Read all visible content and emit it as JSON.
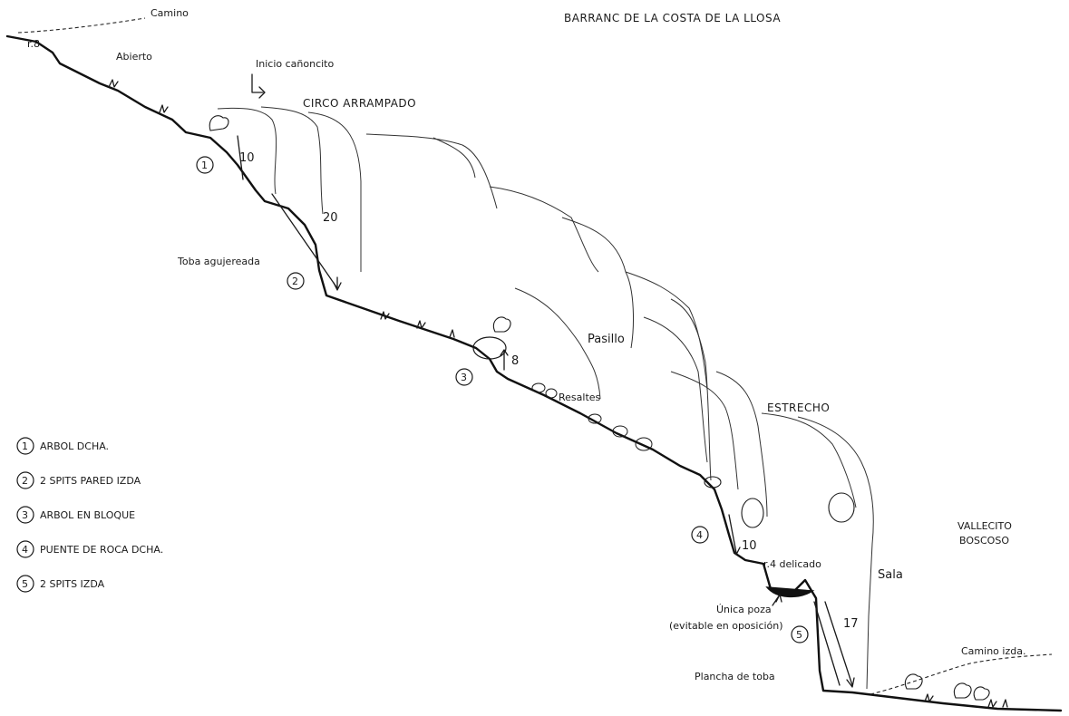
{
  "title": "BARRANC DE LA COSTA DE LA LLOSA",
  "places": {
    "camino": "Camino",
    "r8": "r.8",
    "abierto": "Abierto",
    "inicio": "Inicio cañoncito",
    "circo": "CIRCO ARRAMPADO",
    "toba": "Toba agujereada",
    "pasillo": "Pasillo",
    "resaltes": "Resaltes",
    "estrecho": "ESTRECHO",
    "vallecito1": "VALLECITO",
    "vallecito2": "BOSCOSO",
    "r4": "r.4 delicado",
    "sala": "Sala",
    "poza1": "Única poza",
    "poza2": "(evitable en oposición)",
    "plancha": "Plancha de toba",
    "caminoizda": "Camino izda."
  },
  "rappels": [
    "10",
    "20",
    "8",
    "10",
    "17"
  ],
  "anchor_numbers": [
    "1",
    "2",
    "3",
    "4",
    "5"
  ],
  "legend": [
    {
      "num": "1",
      "text": "ARBOL DCHA."
    },
    {
      "num": "2",
      "text": "2 SPITS PARED IZDA"
    },
    {
      "num": "3",
      "text": "ARBOL EN BLOQUE"
    },
    {
      "num": "4",
      "text": "PUENTE DE ROCA DCHA."
    },
    {
      "num": "5",
      "text": "2 SPITS IZDA"
    }
  ]
}
